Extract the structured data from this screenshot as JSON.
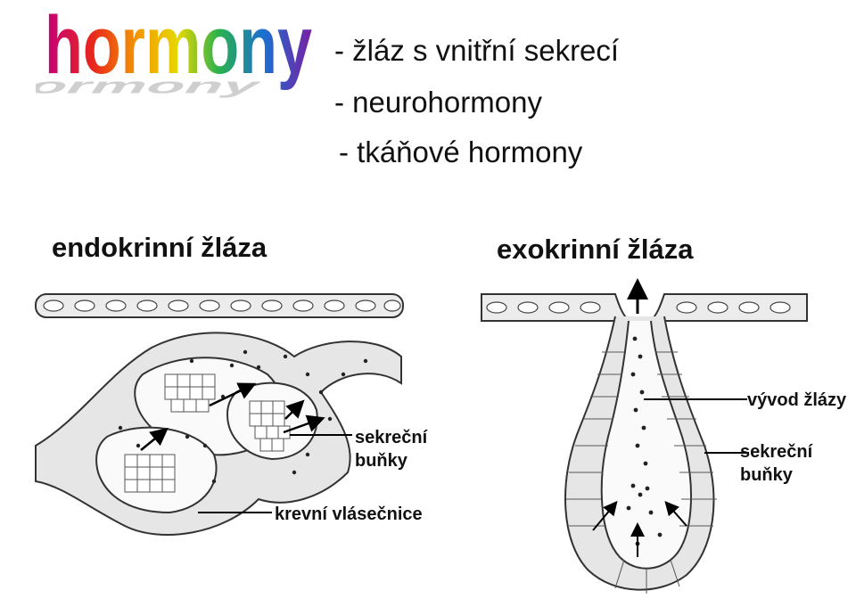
{
  "logo": {
    "text": "hormony"
  },
  "bullets": [
    "- žláz s vnitřní sekrecí",
    "- neurohormony",
    "- tkáňové hormony"
  ],
  "endocrine": {
    "heading": "endokrinní žláza",
    "label_secretory_line1": "sekreční",
    "label_secretory_line2": "buňky",
    "label_capillary": "krevní vlásečnice"
  },
  "exocrine": {
    "heading": "exokrinní žláza",
    "label_duct": "vývod žlázy",
    "label_secretory_line1": "sekreční",
    "label_secretory_line2": "buňky"
  },
  "colors": {
    "logo_gradient": [
      "#c4007a",
      "#e8271c",
      "#f39a00",
      "#f2e400",
      "#2bb24c",
      "#1b6fd1",
      "#7a1fa2"
    ],
    "diagram_fill": "#e6e6e6",
    "diagram_stroke": "#333333"
  }
}
